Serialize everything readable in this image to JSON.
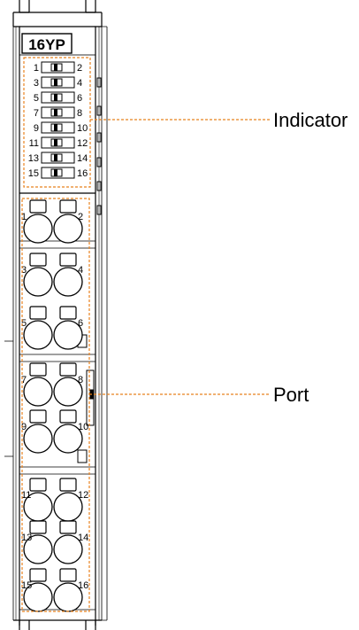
{
  "module": {
    "model": "16YP",
    "indicator_numbers": [
      "1",
      "2",
      "3",
      "4",
      "5",
      "6",
      "7",
      "8",
      "9",
      "10",
      "11",
      "12",
      "13",
      "14",
      "15",
      "16"
    ],
    "port_numbers": [
      "1",
      "2",
      "3",
      "4",
      "5",
      "6",
      "7",
      "8",
      "9",
      "10",
      "11",
      "12",
      "13",
      "14",
      "15",
      "16"
    ]
  },
  "callouts": {
    "indicator": "Indicator",
    "port": "Port"
  },
  "colors": {
    "line": "#000000",
    "body_fill": "#ffffff",
    "dashed": "#e8821e"
  }
}
